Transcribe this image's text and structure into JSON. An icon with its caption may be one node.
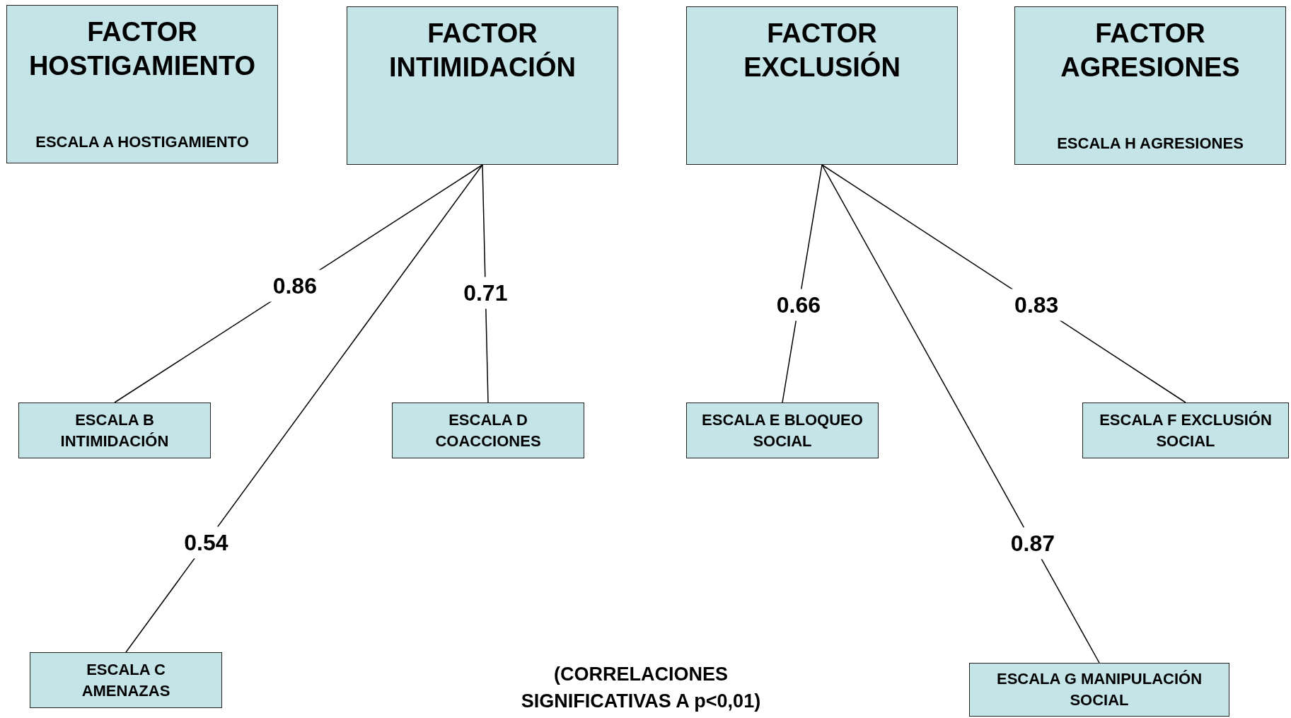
{
  "diagram": {
    "caption": "(CORRELACIONES SIGNIFICATIVAS A p<0,01)",
    "nodes": [
      {
        "text": [
          "FACTOR HOSTIGAMIENTO",
          "ESCALA A HOSTIGAMIENTO"
        ]
      },
      {
        "text": [
          "FACTOR INTIMIDACIÓN"
        ]
      },
      {
        "text": [
          "FACTOR EXCLUSIÓN"
        ]
      },
      {
        "text": [
          "FACTOR AGRESIONES",
          "ESCALA H AGRESIONES"
        ]
      },
      {
        "text": [
          "ESCALA B INTIMIDACIÓN"
        ]
      },
      {
        "text": [
          "ESCALA D COACCIONES"
        ]
      },
      {
        "text": [
          "ESCALA E BLOQUEO SOCIAL"
        ]
      },
      {
        "text": [
          "ESCALA F EXCLUSIÓN SOCIAL"
        ]
      },
      {
        "text": [
          "ESCALA C AMENAZAS"
        ]
      },
      {
        "text": [
          "ESCALA G MANIPULACIÓN SOCIAL"
        ]
      }
    ],
    "edges": [
      {
        "from": 1,
        "to": 4,
        "arrow": "none",
        "label": "0.86"
      },
      {
        "from": 1,
        "to": 5,
        "arrow": "none",
        "label": "0.71"
      },
      {
        "from": 1,
        "to": 8,
        "arrow": "none",
        "label": "0.54"
      },
      {
        "from": 2,
        "to": 6,
        "arrow": "none",
        "label": "0.66"
      },
      {
        "from": 2,
        "to": 7,
        "arrow": "none",
        "label": "0.83"
      },
      {
        "from": 2,
        "to": 9,
        "arrow": "none",
        "label": "0.87"
      }
    ]
  }
}
